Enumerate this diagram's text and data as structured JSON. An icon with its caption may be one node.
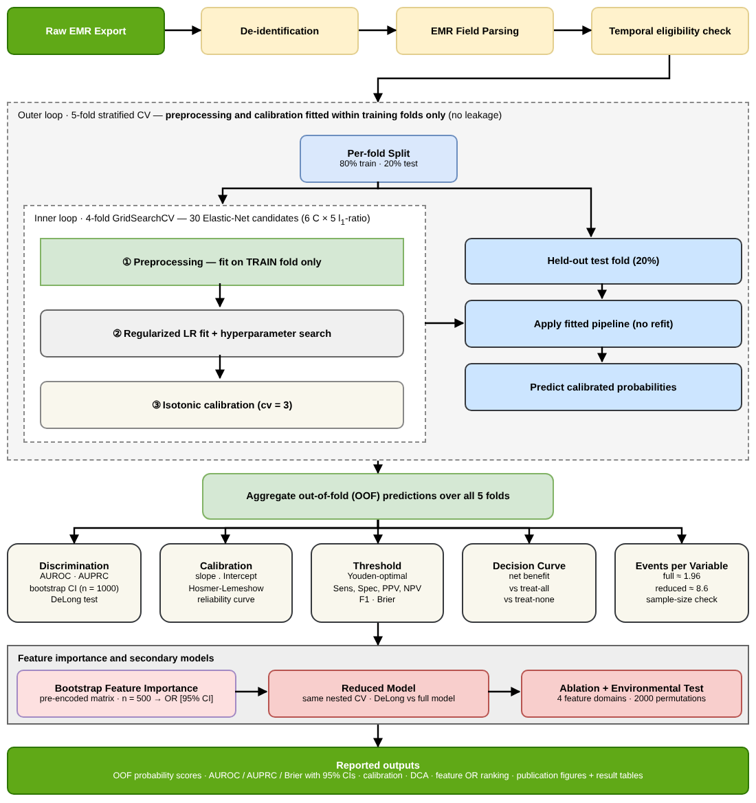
{
  "diagram": {
    "nodes": [
      {
        "text": [
          "Raw EMR Export"
        ]
      },
      {
        "text": [
          "De-identification"
        ]
      },
      {
        "text": [
          "EMR Field Parsing"
        ]
      },
      {
        "text": [
          "Temporal eligibility check"
        ]
      },
      {
        "text": [
          "Outer loop · 5-fold stratified CV — **preprocessing and calibration fitted within training folds only** (no leakage)"
        ]
      },
      {
        "text": [
          "Per-fold Split",
          "80% train · 20% test"
        ],
        "in": 4
      },
      {
        "text": [
          "Inner loop · 4-fold GridSearchCV — 30 Elastic-Net candidates (6 C × 5 l$_{1}$-ratio)"
        ],
        "in": 4
      },
      {
        "text": [
          "① Preprocessing — fit on TRAIN fold only"
        ],
        "in": 6
      },
      {
        "text": [
          "② Regularized LR fit + hyperparameter search"
        ],
        "in": 6
      },
      {
        "text": [
          "③ Isotonic calibration (cv = 3)"
        ],
        "in": 6
      },
      {
        "text": [
          "Held-out test fold (20%)"
        ],
        "in": 4
      },
      {
        "text": [
          "Apply fitted pipeline (no refit)"
        ],
        "in": 4
      },
      {
        "text": [
          "Predict calibrated probabilities"
        ],
        "in": 4
      },
      {
        "text": [
          "Aggregate out-of-fold (OOF) predictions over all 5 folds"
        ]
      },
      {
        "text": [
          "Discrimination",
          "AUROC · AUPRC",
          "bootstrap CI (n = 1000)",
          "DeLong test"
        ]
      },
      {
        "text": [
          "Calibration",
          "slope . Intercept",
          "Hosmer-Lemeshow",
          "reliability curve"
        ]
      },
      {
        "text": [
          "Threshold",
          "Youden-optimal",
          "Sens, Spec, PPV, NPV",
          "F1 · Brier"
        ]
      },
      {
        "text": [
          "Decision Curve",
          "net benefit",
          "vs treat-all",
          "vs treat-none"
        ]
      },
      {
        "text": [
          "Events per Variable",
          "full ≈ 1.96",
          "reduced ≈ 8.6",
          "sample-size check"
        ]
      },
      {
        "text": [
          "Feature importance and secondary models"
        ]
      },
      {
        "text": [
          "Bootstrap Feature Importance",
          "pre-encoded matrix · n = 500 → OR [95% CI]"
        ],
        "in": 19
      },
      {
        "text": [
          "Reduced Model",
          "same nested CV · DeLong vs full model"
        ],
        "in": 19
      },
      {
        "text": [
          "Ablation + Environmental Test",
          "4 feature domains · 2000 permutations"
        ],
        "in": 19
      },
      {
        "text": [
          "Reported outputs",
          "OOF probability scores · AUROC / AUPRC / Brier with 95% CIs · calibration · DCA · feature OR ranking · publication figures + result tables"
        ]
      }
    ],
    "edges": [
      {
        "from": 0,
        "to": 1,
        "arrow": "to"
      },
      {
        "from": 1,
        "to": 2,
        "arrow": "to"
      },
      {
        "from": 2,
        "to": 3,
        "arrow": "to"
      },
      {
        "from": 3,
        "to": 4,
        "arrow": "to"
      },
      {
        "from": 5,
        "to": 6,
        "arrow": "to"
      },
      {
        "from": 5,
        "to": 10,
        "arrow": "to"
      },
      {
        "from": 7,
        "to": 8,
        "arrow": "to"
      },
      {
        "from": 8,
        "to": 9,
        "arrow": "to"
      },
      {
        "from": 6,
        "to": 11,
        "arrow": "to"
      },
      {
        "from": 10,
        "to": 11,
        "arrow": "to"
      },
      {
        "from": 11,
        "to": 12,
        "arrow": "to"
      },
      {
        "from": 4,
        "to": 13,
        "arrow": "to"
      },
      {
        "from": 13,
        "to": 14,
        "arrow": "to"
      },
      {
        "from": 13,
        "to": 15,
        "arrow": "to"
      },
      {
        "from": 13,
        "to": 16,
        "arrow": "to"
      },
      {
        "from": 13,
        "to": 17,
        "arrow": "to"
      },
      {
        "from": 13,
        "to": 18,
        "arrow": "to"
      },
      {
        "from": 16,
        "to": 19,
        "arrow": "to"
      },
      {
        "from": 19,
        "to": 23,
        "arrow": "to"
      },
      {
        "from": 20,
        "to": 21,
        "arrow": "to"
      },
      {
        "from": 21,
        "to": 22,
        "arrow": "to"
      }
    ]
  }
}
